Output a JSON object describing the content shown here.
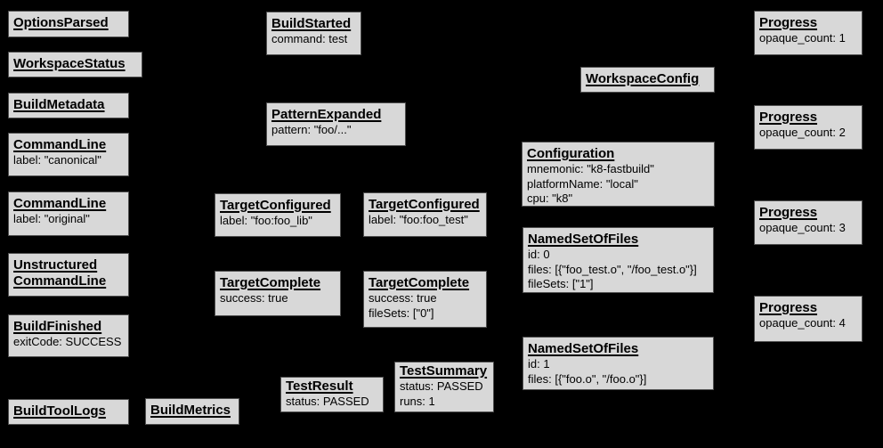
{
  "theme": {
    "background": "#000000",
    "box_fill": "#d8d8d8",
    "box_border": "#4f4f4f",
    "text_color": "#000000"
  },
  "nodes": [
    {
      "title": "OptionsParsed",
      "lines": []
    },
    {
      "title": "WorkspaceStatus",
      "lines": []
    },
    {
      "title": "BuildMetadata",
      "lines": []
    },
    {
      "title": "CommandLine",
      "lines": [
        "label: \"canonical\""
      ]
    },
    {
      "title": "CommandLine",
      "lines": [
        "label: \"original\""
      ]
    },
    {
      "title": "Unstructured CommandLine",
      "lines": []
    },
    {
      "title": "BuildFinished",
      "lines": [
        "exitCode: SUCCESS"
      ]
    },
    {
      "title": "BuildToolLogs",
      "lines": []
    },
    {
      "title": "BuildMetrics",
      "lines": []
    },
    {
      "title": "BuildStarted",
      "lines": [
        "command: test"
      ]
    },
    {
      "title": "PatternExpanded",
      "lines": [
        "pattern: \"foo/...\""
      ]
    },
    {
      "title": "TargetConfigured",
      "lines": [
        "label: \"foo:foo_lib\""
      ]
    },
    {
      "title": "TargetComplete",
      "lines": [
        "success: true"
      ]
    },
    {
      "title": "TestResult",
      "lines": [
        "status: PASSED"
      ]
    },
    {
      "title": "TargetConfigured",
      "lines": [
        "label: \"foo:foo_test\""
      ]
    },
    {
      "title": "TargetComplete",
      "lines": [
        "success: true",
        "fileSets: [\"0\"]"
      ]
    },
    {
      "title": "TestSummary",
      "lines": [
        "status: PASSED",
        "runs: 1"
      ]
    },
    {
      "title": "WorkspaceConfig",
      "lines": []
    },
    {
      "title": "Configuration",
      "lines": [
        "mnemonic: \"k8-fastbuild\"",
        "platformName: \"local\"",
        "cpu: \"k8\""
      ]
    },
    {
      "title": "NamedSetOfFiles",
      "lines": [
        "id: 0",
        "files: [{\"foo_test.o\", \"/foo_test.o\"}]",
        "fileSets: [\"1\"]"
      ]
    },
    {
      "title": "NamedSetOfFiles",
      "lines": [
        "id: 1",
        "files: [{\"foo.o\", \"/foo.o\"}]"
      ]
    },
    {
      "title": "Progress",
      "lines": [
        "opaque_count: 1"
      ]
    },
    {
      "title": "Progress",
      "lines": [
        "opaque_count: 2"
      ]
    },
    {
      "title": "Progress",
      "lines": [
        "opaque_count: 3"
      ]
    },
    {
      "title": "Progress",
      "lines": [
        "opaque_count: 4"
      ]
    }
  ]
}
